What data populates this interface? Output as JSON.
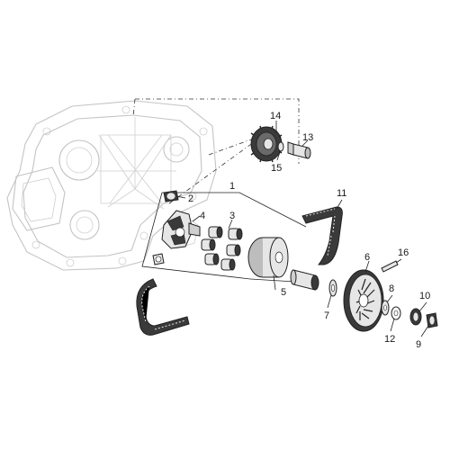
{
  "diagram": {
    "callouts": [
      {
        "id": "1",
        "label": "1"
      },
      {
        "id": "2",
        "label": "2"
      },
      {
        "id": "3",
        "label": "3"
      },
      {
        "id": "4",
        "label": "4"
      },
      {
        "id": "5",
        "label": "5"
      },
      {
        "id": "6",
        "label": "6"
      },
      {
        "id": "7",
        "label": "7"
      },
      {
        "id": "8",
        "label": "8"
      },
      {
        "id": "9",
        "label": "9"
      },
      {
        "id": "10",
        "label": "10"
      },
      {
        "id": "11",
        "label": "11"
      },
      {
        "id": "12",
        "label": "12"
      },
      {
        "id": "13",
        "label": "13"
      },
      {
        "id": "14",
        "label": "14"
      },
      {
        "id": "15",
        "label": "15"
      },
      {
        "id": "16",
        "label": "16"
      }
    ],
    "colors": {
      "ghost_outline": "#c4c4c4",
      "part_line": "#222222",
      "part_fill_light": "#e6e6e6",
      "part_fill_dark": "#3a3a3a",
      "background": "#ffffff"
    }
  }
}
